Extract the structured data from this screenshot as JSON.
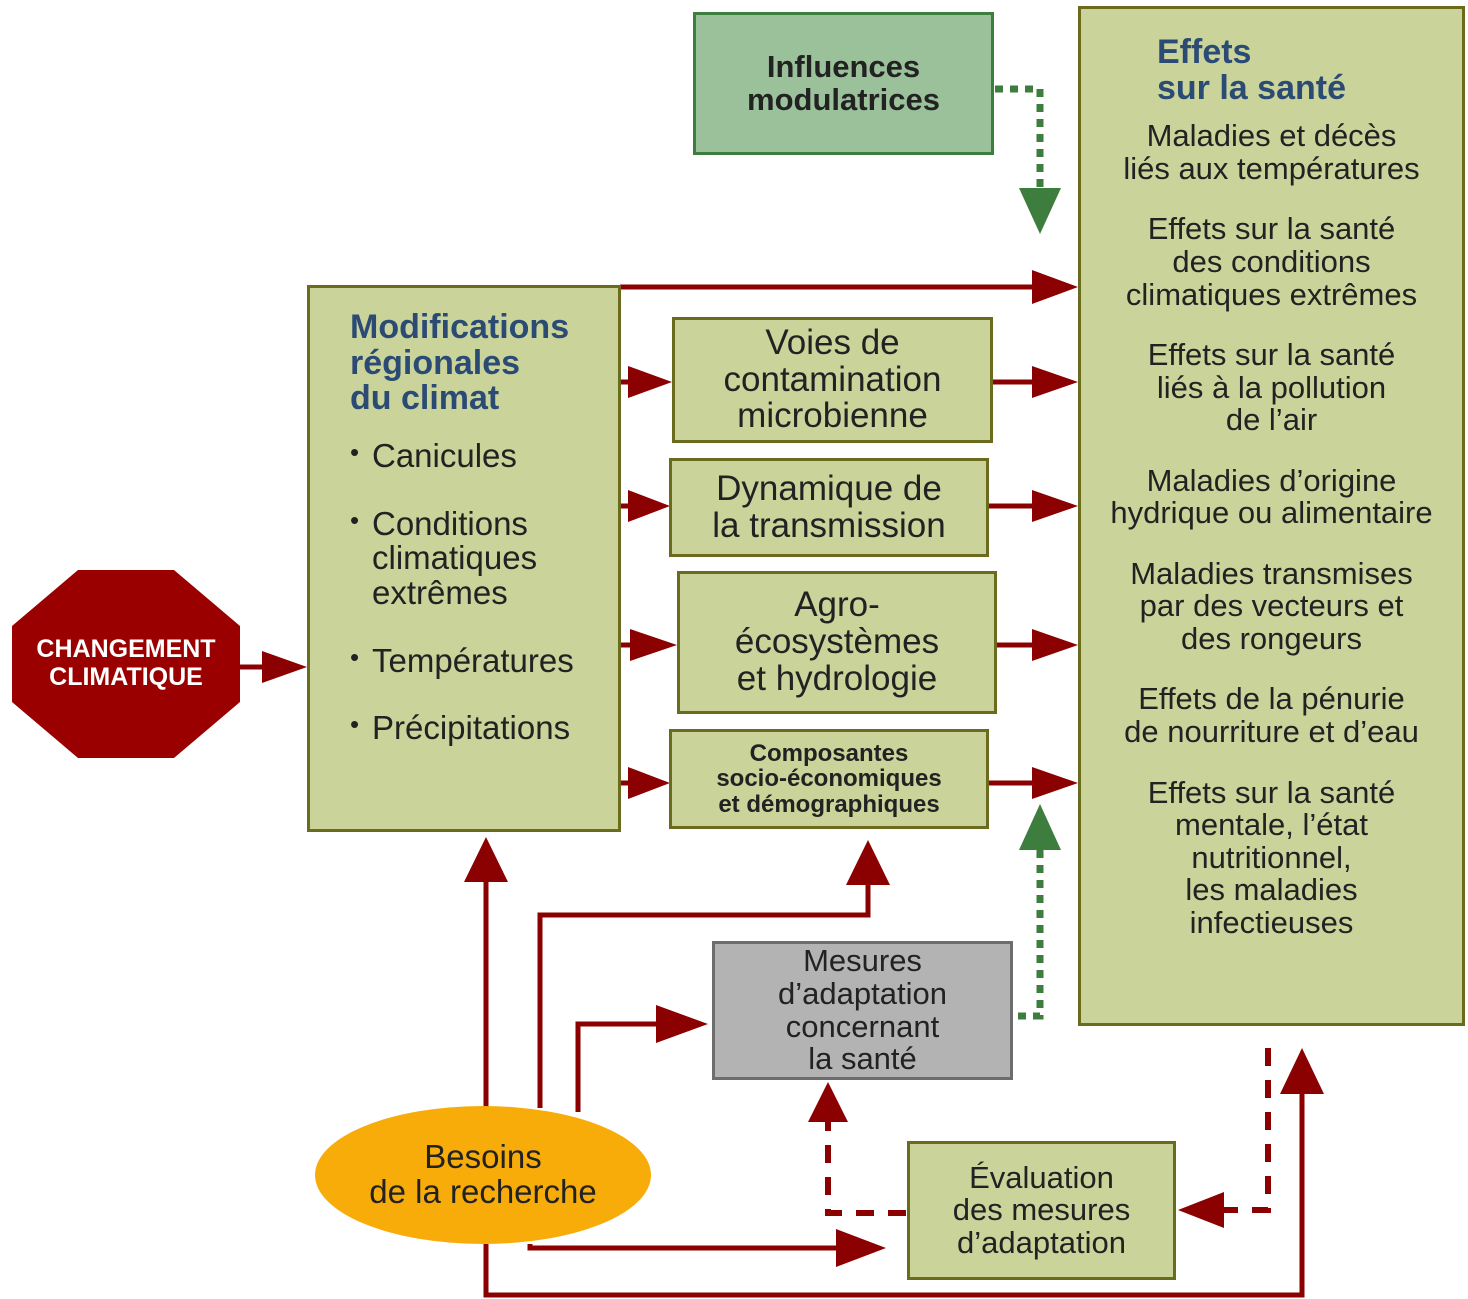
{
  "colors": {
    "dark_red": "#8b0000",
    "green": "#3d7d3d",
    "box_fill": "#c9d39a",
    "box_border": "#6b6b1e",
    "heading_blue": "#2b4b75",
    "influence_fill": "#9bc19b",
    "measures_fill": "#b3b3b3",
    "research_fill": "#f7ac0a"
  },
  "changement": {
    "lines": [
      "CHANGEMENT",
      "CLIMATIQUE"
    ]
  },
  "influences": {
    "lines": [
      "Influences",
      "modulatrices"
    ]
  },
  "regional": {
    "title": [
      "Modifications",
      "régionales",
      "du climat"
    ],
    "bullets": [
      {
        "lines": [
          "Canicules"
        ]
      },
      {
        "lines": [
          "Conditions",
          "climatiques",
          "extrêmes"
        ]
      },
      {
        "lines": [
          "Températures"
        ]
      },
      {
        "lines": [
          "Précipitations"
        ]
      }
    ]
  },
  "pathways": {
    "voies": [
      "Voies de",
      "contamination",
      "microbienne"
    ],
    "dynamique": [
      "Dynamique de",
      "la transmission"
    ],
    "agro": [
      "Agro-",
      "écosystèmes",
      "et hydrologie"
    ],
    "composantes": [
      "Composantes",
      "socio-économiques",
      "et démographiques"
    ]
  },
  "effets": {
    "title": [
      "Effets",
      "sur la santé"
    ],
    "items": [
      {
        "lines": [
          "Maladies et décès",
          "liés aux températures"
        ]
      },
      {
        "lines": [
          "Effets sur la santé",
          "des conditions",
          "climatiques extrêmes"
        ]
      },
      {
        "lines": [
          "Effets sur la santé",
          "liés à la pollution",
          "de l’air"
        ]
      },
      {
        "lines": [
          "Maladies d’origine",
          "hydrique ou alimentaire"
        ]
      },
      {
        "lines": [
          "Maladies transmises",
          "par des vecteurs et",
          "des rongeurs"
        ]
      },
      {
        "lines": [
          "Effets de la pénurie",
          "de nourriture et d’eau"
        ]
      },
      {
        "lines": [
          "Effets sur la santé",
          "mentale, l’état",
          "nutritionnel,",
          "les maladies",
          "infectieuses"
        ]
      }
    ]
  },
  "mesures": {
    "lines": [
      "Mesures",
      "d’adaptation",
      "concernant",
      "la santé"
    ]
  },
  "besoins": {
    "lines": [
      "Besoins",
      "de la recherche"
    ]
  },
  "evaluation": {
    "lines": [
      "Évaluation",
      "des mesures",
      "d’adaptation"
    ]
  }
}
